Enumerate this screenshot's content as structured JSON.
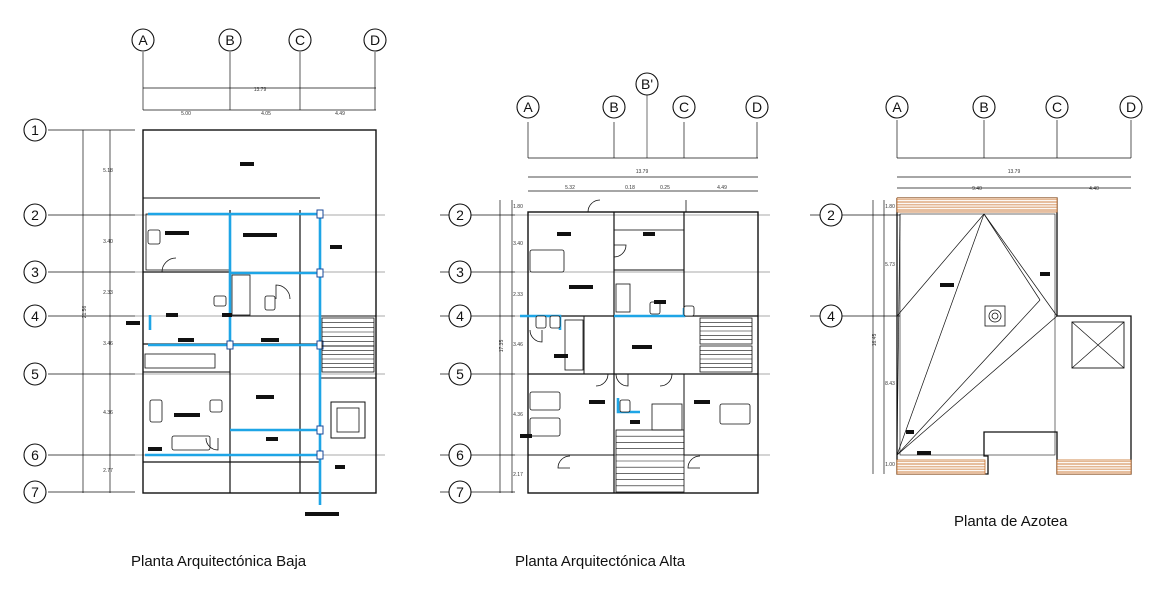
{
  "captions": {
    "ground": "Planta Arquitectónica Baja",
    "upper": "Planta Arquitectónica Alta",
    "roof": "Planta de Azotea"
  },
  "grid_labels": {
    "columns": [
      "A",
      "B",
      "C",
      "D"
    ],
    "rows_ground": [
      "1",
      "2",
      "3",
      "4",
      "5",
      "6",
      "7"
    ],
    "rows_upper": [
      "2",
      "3",
      "4",
      "5",
      "6",
      "7"
    ],
    "rows_roof": [
      "2",
      "4"
    ],
    "extra_upper": "B'"
  },
  "dimensions": {
    "ground": {
      "total_width": "13.79",
      "top_segments": [
        "5.00",
        "4.05",
        "4.49"
      ],
      "total_height": "21.56",
      "left_segments": [
        "5.18",
        "3.40",
        "2.33",
        "3.46",
        "4.36",
        "2.77"
      ]
    },
    "upper": {
      "total_width": "13.79",
      "top_segments": [
        "5.32",
        "0.18",
        "0.25",
        "4.49"
      ],
      "total_height": "17.35",
      "left_segments": [
        "1.80",
        "3.40",
        "2.33",
        "3.46",
        "4.36",
        "2.17"
      ]
    },
    "roof": {
      "total_width": "13.79",
      "top_segments": [
        "9.40",
        "4.40"
      ],
      "total_height": "16.45",
      "left_segments": [
        "1.80",
        "5.73",
        "8.43",
        "1.00"
      ]
    }
  },
  "colors": {
    "line": "#111111",
    "pipe": "#1ea5e6",
    "hatch": "#c8702a"
  }
}
